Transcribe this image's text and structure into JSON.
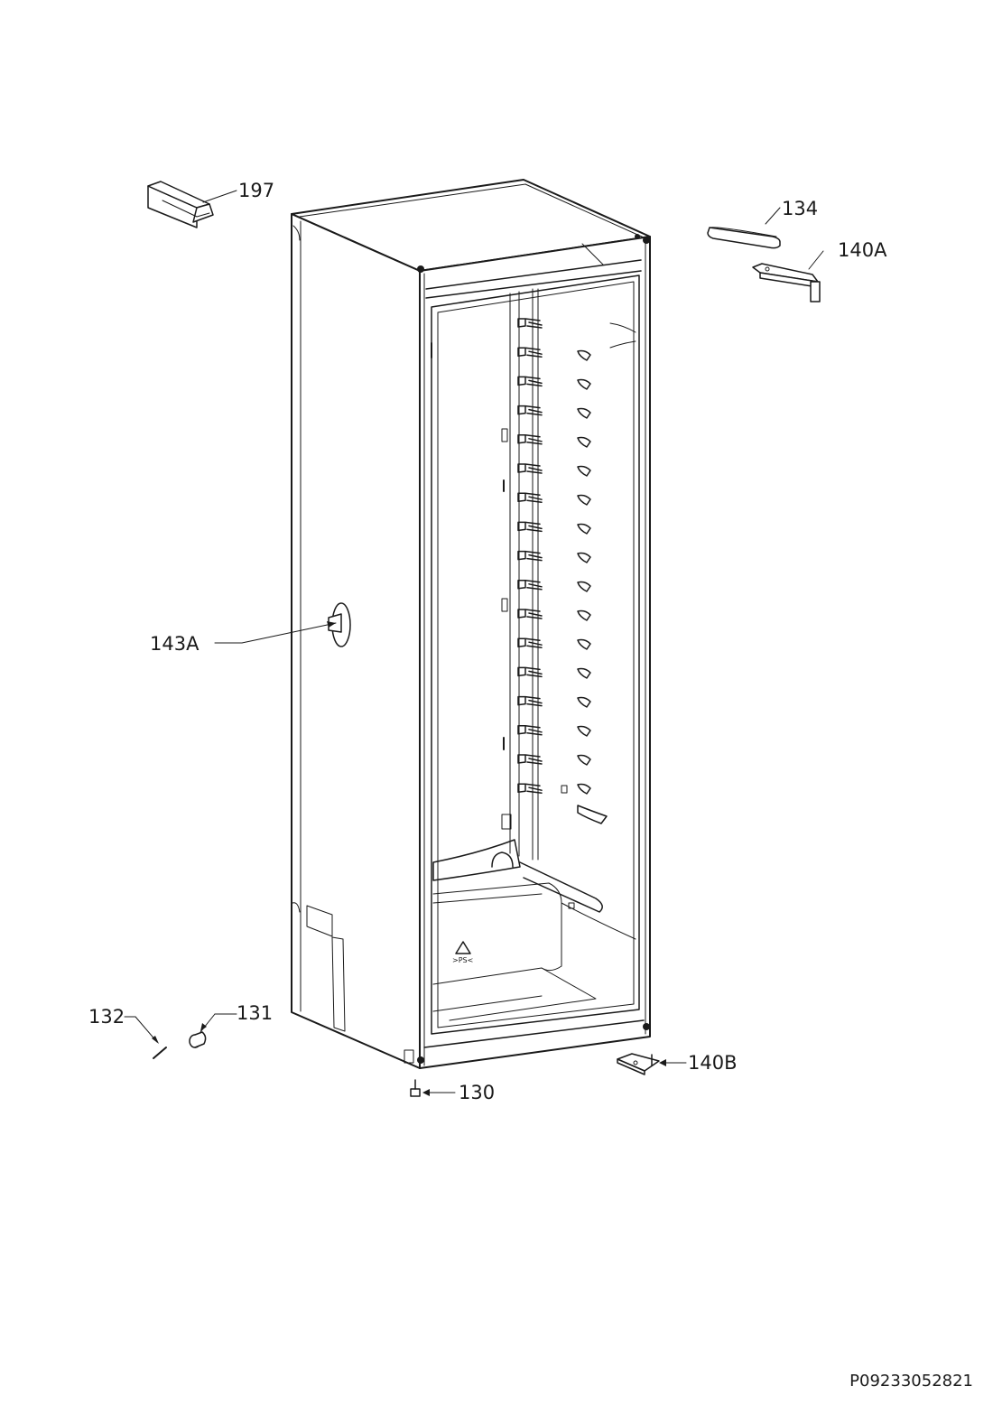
{
  "callouts": {
    "c197": "197",
    "c134": "134",
    "c140A": "140A",
    "c143A": "143A",
    "c132": "132",
    "c131": "131",
    "c130": "130",
    "c140B": "140B"
  },
  "drawing_reference": "P09233052821"
}
